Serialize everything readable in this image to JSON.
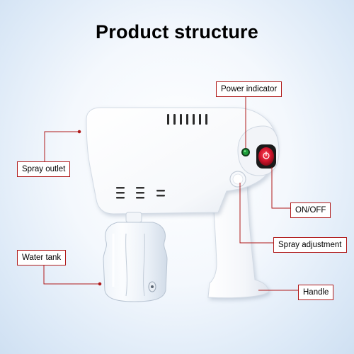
{
  "title": "Product structure",
  "labels": {
    "power_indicator": "Power indicator",
    "spray_outlet": "Spray outlet",
    "on_off": "ON/OFF",
    "water_tank": "Water tank",
    "spray_adjustment": "Spray adjustment",
    "handle": "Handle"
  },
  "colors": {
    "callout": "#b01a1a",
    "body": "#ffffff",
    "switch": "#c8102e",
    "indicator": "#1e9e3a"
  }
}
